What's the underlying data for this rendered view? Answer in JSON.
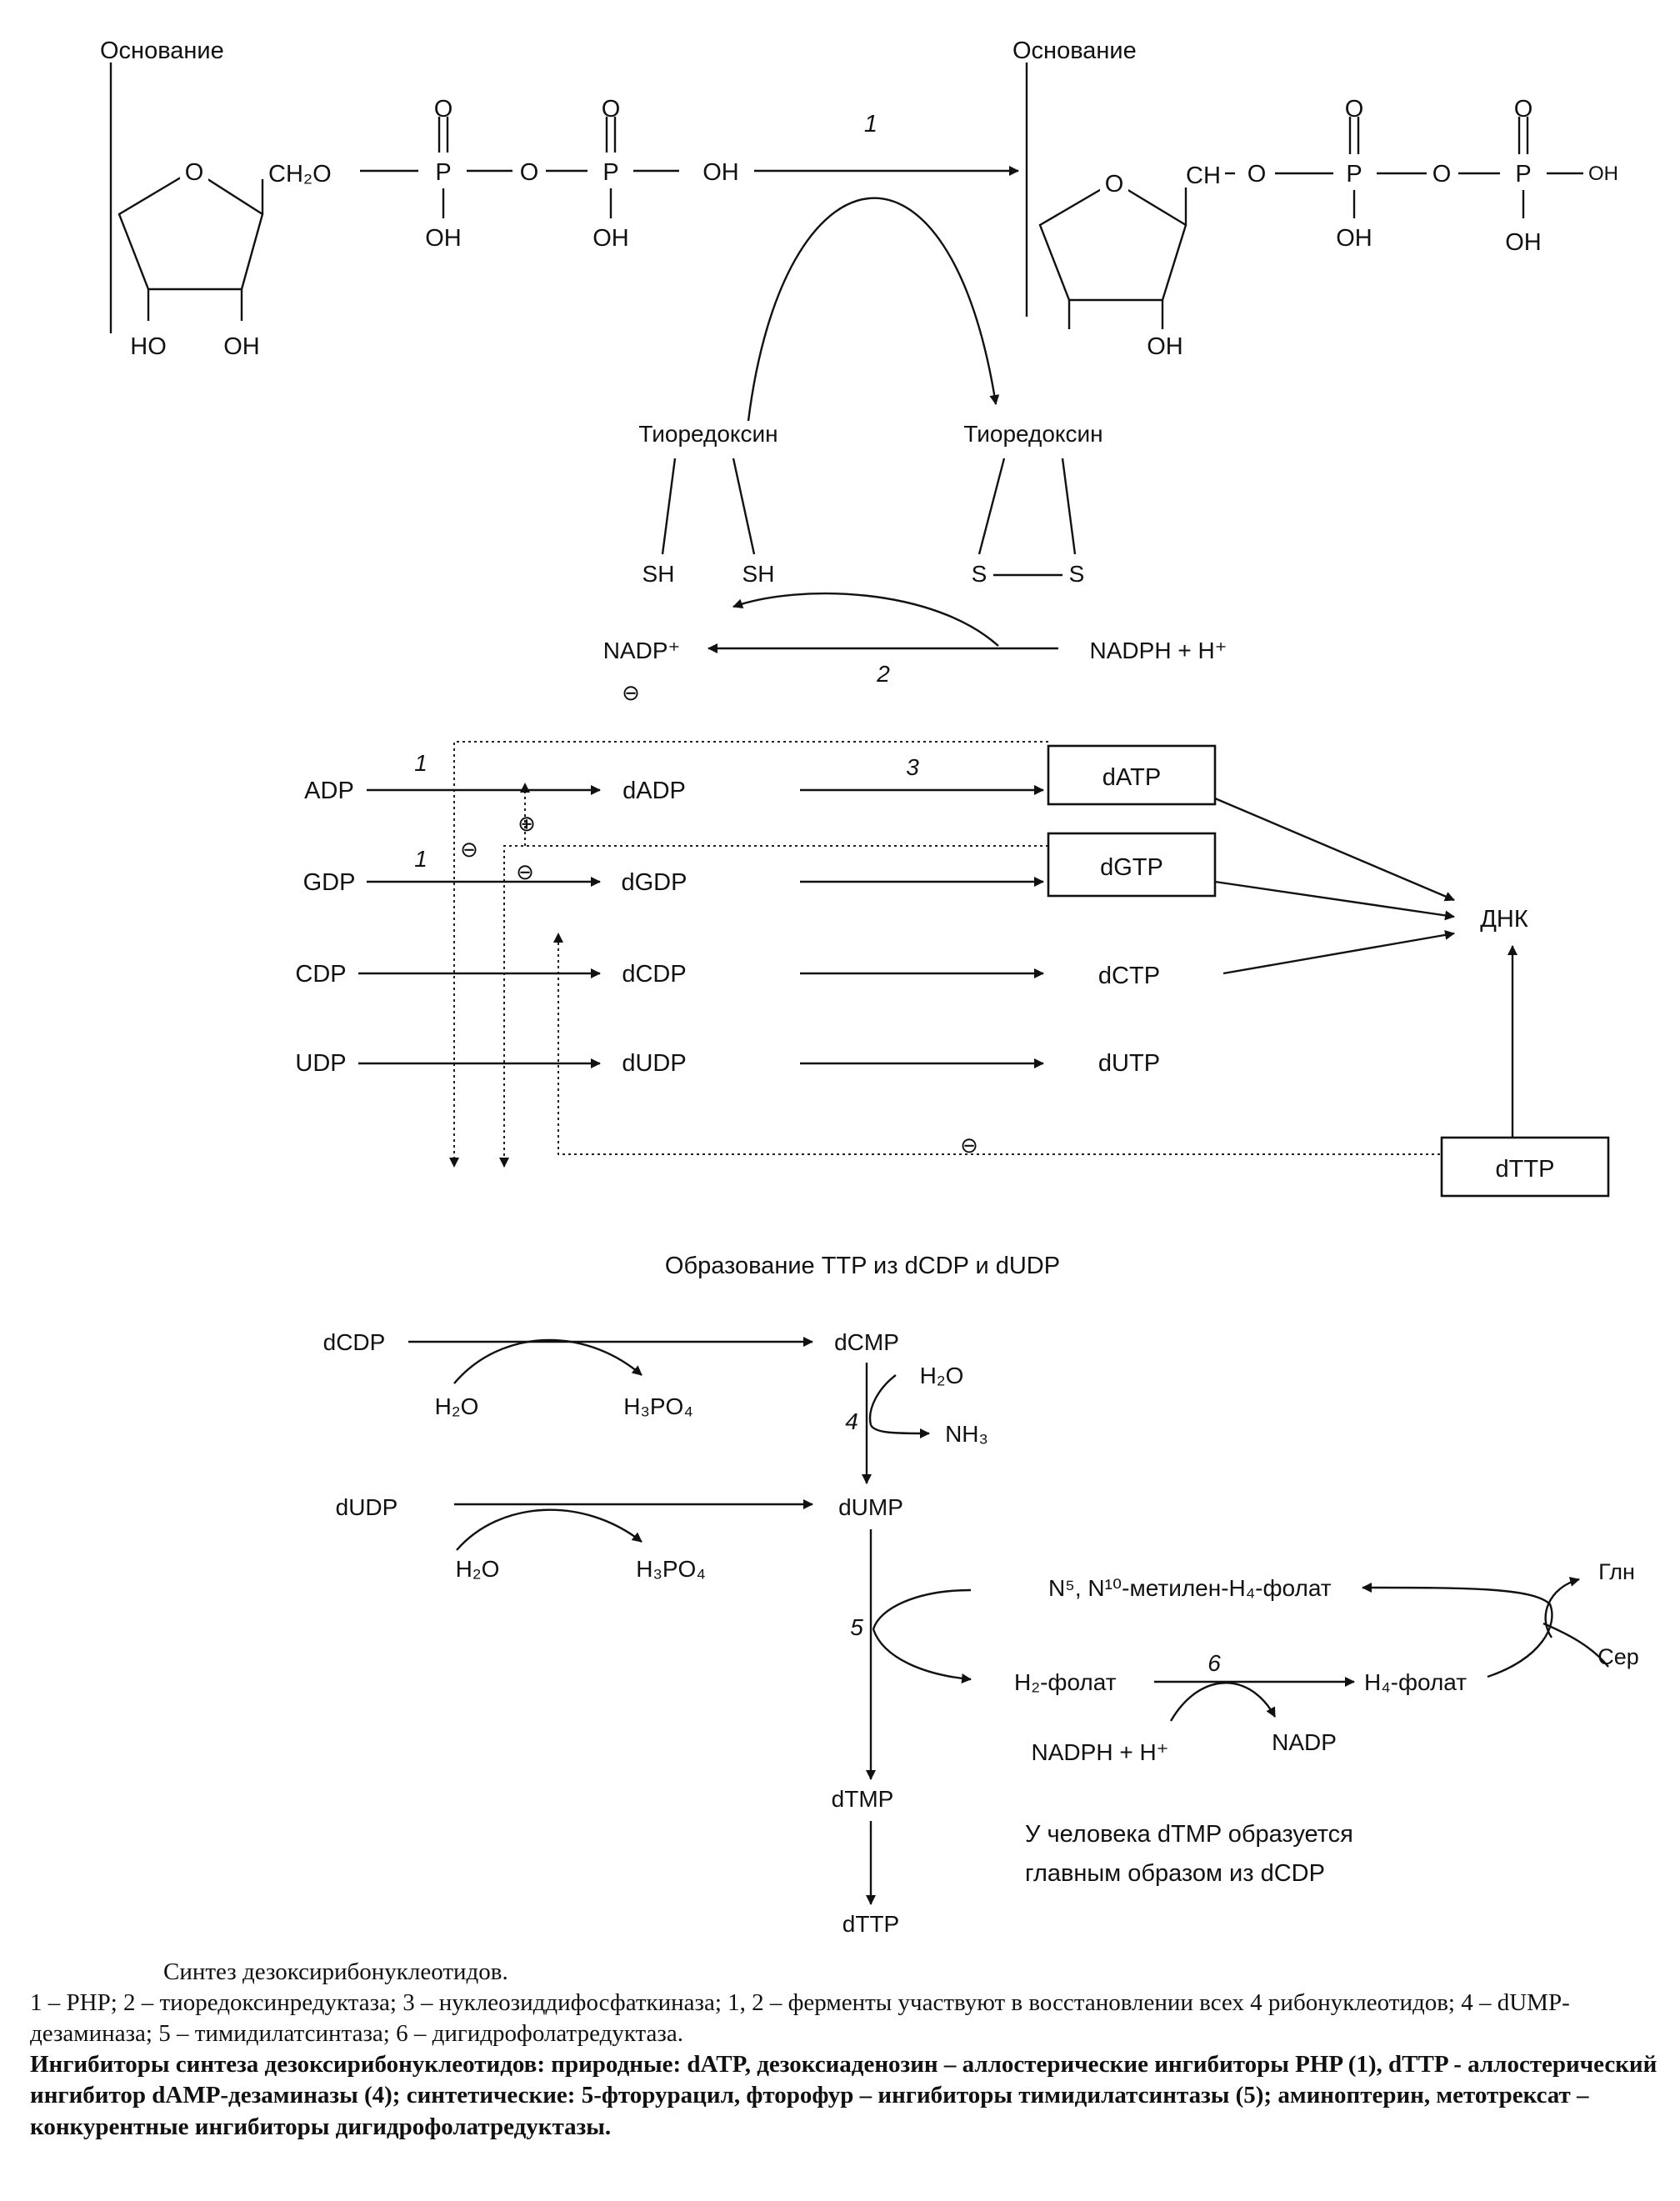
{
  "header": {
    "base_left": "Основание",
    "base_right": "Основание"
  },
  "sugar_left": {
    "ring_o": "O",
    "ch2o": "CH₂O",
    "ho": "HO",
    "oh": "OH"
  },
  "sugar_right": {
    "ring_o": "O",
    "ch": "CH",
    "oh": "OH"
  },
  "phosphate_left": {
    "o": "O",
    "p": "P",
    "oh": "OH"
  },
  "phosphate_right": {
    "o": "O",
    "p": "P",
    "oh": "OH"
  },
  "reduction": {
    "step1": "1",
    "step2": "2",
    "thioredoxin_reduced": "Тиоредоксин",
    "thioredoxin_oxidized": "Тиоредоксин",
    "sh": "SH",
    "s": "S",
    "nadp_plus": "NADP⁺",
    "nadph": "NADPH + H⁺"
  },
  "network": {
    "nucleotides": [
      "ADP",
      "GDP",
      "CDP",
      "UDP"
    ],
    "deoxy_diphosphates": [
      "dADP",
      "dGDP",
      "dCDP",
      "dUDP"
    ],
    "triphosphates": [
      "dATP",
      "dGTP",
      "dCTP",
      "dUTP"
    ],
    "dna": "ДНК",
    "dttp": "dTTP",
    "labels": [
      "1",
      "1",
      "3"
    ],
    "minus": "⊖",
    "plus": "⊕"
  },
  "ttp_section": {
    "title": "Образование TTP из dCDP и dUDP",
    "dcdp": "dCDP",
    "dcmp": "dCMP",
    "dudp": "dUDP",
    "dump": "dUMP",
    "dtmp": "dTMP",
    "dttp": "dTTP",
    "h2o": "H₂O",
    "h3po4": "H₃PO₄",
    "nh3": "NH₃",
    "step4": "4",
    "step5": "5",
    "step6": "6",
    "methylene_folate": "N⁵, N¹⁰-метилен-H₄-фолат",
    "h2_folate": "H₂-фолат",
    "h4_folate": "H₄-фолат",
    "gln": "Глн",
    "ser": "Сер",
    "nadph": "NADPH + H⁺",
    "nadp": "NADP",
    "note_line1": "У человека dTMP образуется",
    "note_line2": "главным образом из dCDP"
  },
  "caption": {
    "title": "Синтез дезоксирибонуклеотидов.",
    "line1": "1 – PHP; 2 – тиоредоксинредуктаза; 3 – нуклеозиддифосфаткиназа; 1, 2 – ферменты участвуют в восстановлении всех 4 рибонуклеотидов; 4 – dUMP-дезаминаза; 5 – тимидилатсинтаза; 6 – дигидрофолатредуктаза.",
    "line2": "Ингибиторы синтеза дезоксирибонуклеотидов: природные: dATP, дезоксиаденозин – аллостерические ингибиторы PHP (1), dTTP - аллостерический ингибитор dAMP-дезаминазы (4); синтетические: 5-фторурацил, фторофур – ингибиторы тимидилатсинтазы (5); аминоптерин, метотрексат – конкурентные ингибиторы дигидрофолатредуктазы."
  }
}
